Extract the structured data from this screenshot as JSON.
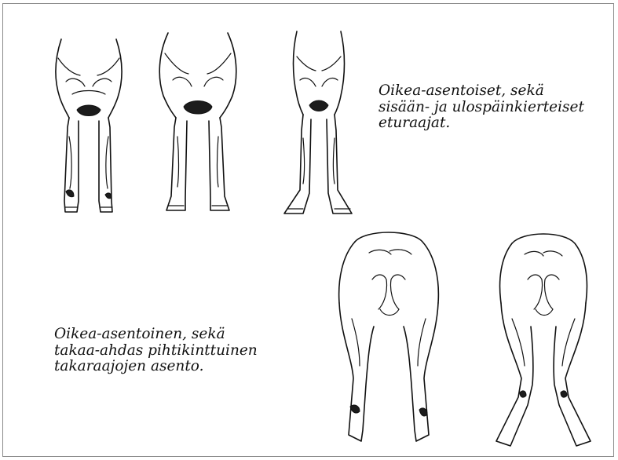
{
  "front_caption": {
    "line1": "Oikea-asentoiset, sekä",
    "line2": "sisään- ja ulospäinkierteiset",
    "line3": "eturaajat."
  },
  "rear_caption": {
    "line1": "Oikea-asentoinen, sekä",
    "line2": "takaa-ahdas pihtikinttuinen",
    "line3": "takaraajojen asento."
  }
}
